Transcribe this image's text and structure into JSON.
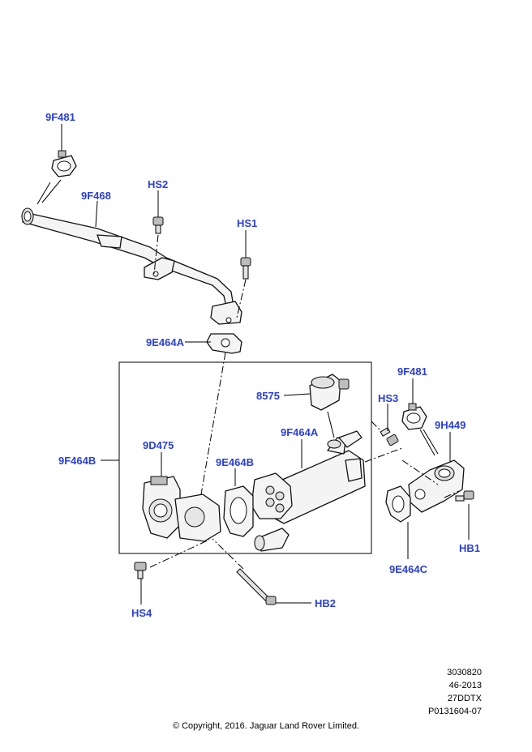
{
  "labels": {
    "9F481_top": "9F481",
    "9F468": "9F468",
    "HS2": "HS2",
    "HS1": "HS1",
    "9E464A": "9E464A",
    "9F481_right": "9F481",
    "8575": "8575",
    "HS3": "HS3",
    "9H449": "9H449",
    "9F464A": "9F464A",
    "9D475": "9D475",
    "9E464B": "9E464B",
    "9F464B": "9F464B",
    "HB1": "HB1",
    "9E464C": "9E464C",
    "HS4": "HS4",
    "HB2": "HB2"
  },
  "meta": {
    "line1": "3030820",
    "line2": "46-2013",
    "line3": "27DDTX",
    "line4": "P0131604-07"
  },
  "copyright": "© Copyright, 2016. Jaguar Land Rover Limited."
}
